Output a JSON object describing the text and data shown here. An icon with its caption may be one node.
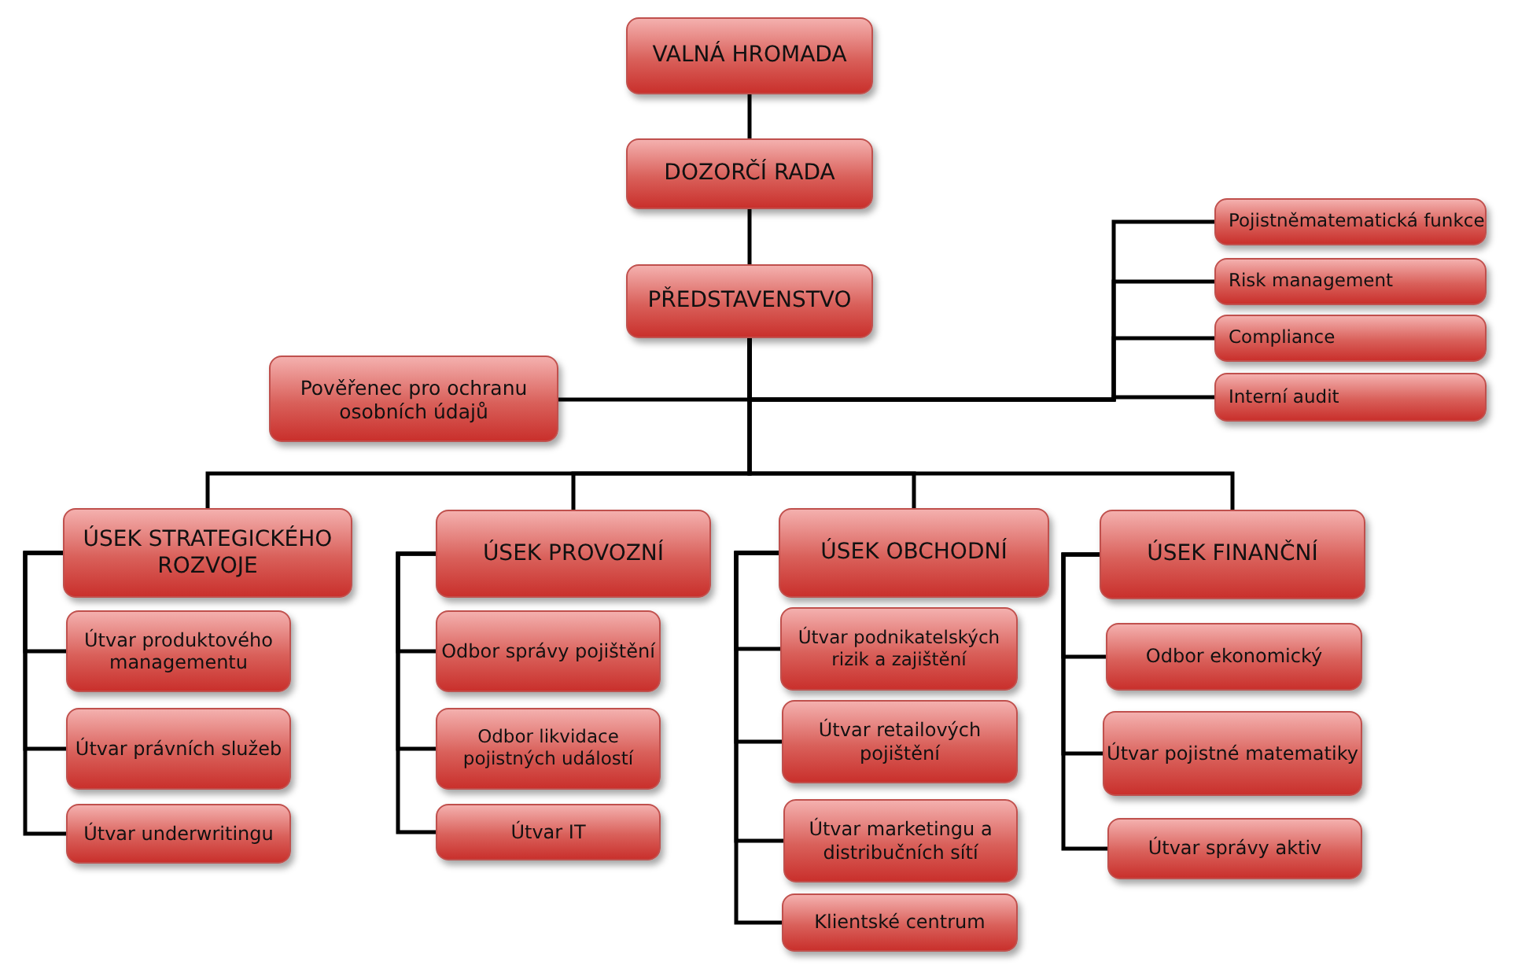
{
  "diagram": {
    "nodes": [
      {
        "text": [
          "VALNÁ HROMADA"
        ]
      },
      {
        "text": [
          "DOZORČÍ RADA"
        ]
      },
      {
        "text": [
          "PŘEDSTAVENSTVO"
        ]
      },
      {
        "text": [
          "Pověřenec pro ochranu osobních údajů"
        ]
      },
      {
        "text": [
          "Pojistněmatematická funkce"
        ]
      },
      {
        "text": [
          "Risk management"
        ]
      },
      {
        "text": [
          "Compliance"
        ]
      },
      {
        "text": [
          "Interní audit"
        ]
      },
      {
        "text": [
          "ÚSEK STRATEGICKÉHO ROZVOJE"
        ]
      },
      {
        "text": [
          "Útvar produktového managementu"
        ]
      },
      {
        "text": [
          "Útvar právních služeb"
        ]
      },
      {
        "text": [
          "Útvar underwritingu"
        ]
      },
      {
        "text": [
          "ÚSEK PROVOZNÍ"
        ]
      },
      {
        "text": [
          "Odbor správy pojištění"
        ]
      },
      {
        "text": [
          "Odbor likvidace pojistných událostí"
        ]
      },
      {
        "text": [
          "Útvar IT"
        ]
      },
      {
        "text": [
          "ÚSEK OBCHODNÍ"
        ]
      },
      {
        "text": [
          "Útvar podnikatelských rizik a zajištění"
        ]
      },
      {
        "text": [
          "Útvar retailových pojištění"
        ]
      },
      {
        "text": [
          "Útvar marketingu a distribučních sítí"
        ]
      },
      {
        "text": [
          "Klientské centrum"
        ]
      },
      {
        "text": [
          "ÚSEK FINANČNÍ"
        ]
      },
      {
        "text": [
          "Odbor ekonomický"
        ]
      },
      {
        "text": [
          "Útvar pojistné matematiky"
        ]
      },
      {
        "text": [
          "Útvar správy aktiv"
        ]
      }
    ],
    "edges": [
      {
        "from": 0,
        "to": 1,
        "arrow": "none"
      },
      {
        "from": 1,
        "to": 2,
        "arrow": "none"
      },
      {
        "from": 2,
        "to": 3,
        "arrow": "none"
      },
      {
        "from": 2,
        "to": 4,
        "arrow": "none"
      },
      {
        "from": 2,
        "to": 5,
        "arrow": "none"
      },
      {
        "from": 2,
        "to": 6,
        "arrow": "none"
      },
      {
        "from": 2,
        "to": 7,
        "arrow": "none"
      },
      {
        "from": 2,
        "to": 8,
        "arrow": "none"
      },
      {
        "from": 2,
        "to": 12,
        "arrow": "none"
      },
      {
        "from": 2,
        "to": 16,
        "arrow": "none"
      },
      {
        "from": 2,
        "to": 21,
        "arrow": "none"
      },
      {
        "from": 8,
        "to": 9,
        "arrow": "none"
      },
      {
        "from": 8,
        "to": 10,
        "arrow": "none"
      },
      {
        "from": 8,
        "to": 11,
        "arrow": "none"
      },
      {
        "from": 12,
        "to": 13,
        "arrow": "none"
      },
      {
        "from": 12,
        "to": 14,
        "arrow": "none"
      },
      {
        "from": 12,
        "to": 15,
        "arrow": "none"
      },
      {
        "from": 16,
        "to": 17,
        "arrow": "none"
      },
      {
        "from": 16,
        "to": 18,
        "arrow": "none"
      },
      {
        "from": 16,
        "to": 19,
        "arrow": "none"
      },
      {
        "from": 16,
        "to": 20,
        "arrow": "none"
      },
      {
        "from": 21,
        "to": 22,
        "arrow": "none"
      },
      {
        "from": 21,
        "to": 23,
        "arrow": "none"
      },
      {
        "from": 21,
        "to": 24,
        "arrow": "none"
      }
    ]
  }
}
